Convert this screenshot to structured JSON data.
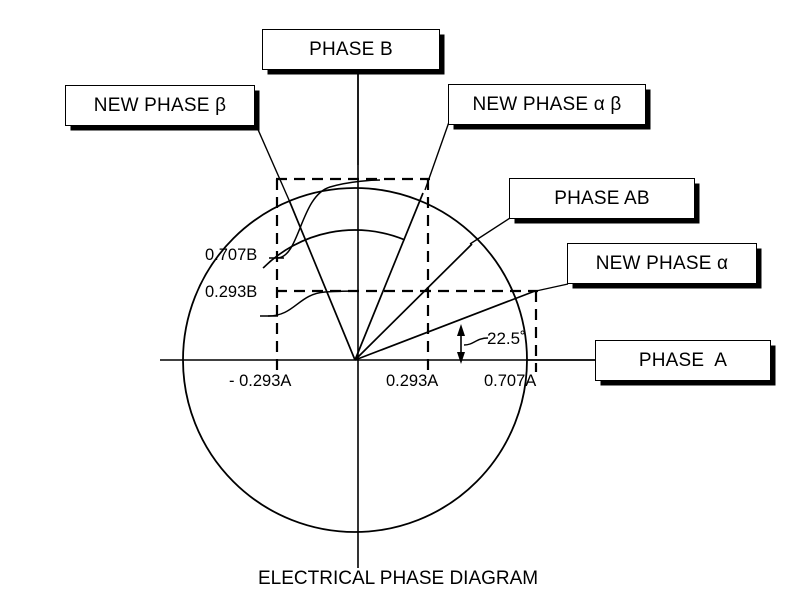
{
  "diagram": {
    "caption": "ELECTRICAL PHASE DIAGRAM",
    "callouts": [
      {
        "id": "phase-b",
        "label": "PHASE B"
      },
      {
        "id": "new-phase-beta",
        "label": "NEW PHASE β"
      },
      {
        "id": "new-phase-alpha-beta",
        "label": "NEW PHASE α β"
      },
      {
        "id": "phase-ab",
        "label": "PHASE AB"
      },
      {
        "id": "new-phase-alpha",
        "label": "NEW PHASE α"
      },
      {
        "id": "phase-a",
        "label": "PHASE  A"
      }
    ],
    "axis_labels": {
      "x_neg_293": "- 0.293A",
      "x_pos_293": "0.293A",
      "x_pos_707": "0.707A",
      "y_707": "0.707B",
      "y_293": "0.293B"
    },
    "angle_annotation": "22.5˚",
    "colors": {
      "stroke": "#000000",
      "background": "#ffffff"
    }
  },
  "chart_data": {
    "type": "scatter",
    "title": "ELECTRICAL PHASE DIAGRAM",
    "xlabel": "",
    "ylabel": "",
    "description": "Unit-circle phasor diagram showing original phases A and B and new rotated phases alpha and beta at 22.5 degree increments.",
    "center": {
      "x": 0,
      "y": 0
    },
    "radius": 1.0,
    "rays": [
      {
        "name": "PHASE A",
        "angle_deg": 0,
        "x": 1.0,
        "y": 0.0
      },
      {
        "name": "NEW PHASE α",
        "angle_deg": 22.5,
        "x": 0.924,
        "y": 0.383
      },
      {
        "name": "PHASE AB",
        "angle_deg": 45,
        "x": 0.707,
        "y": 0.707
      },
      {
        "name": "NEW PHASE α β",
        "angle_deg": 67.5,
        "x": 0.383,
        "y": 0.924
      },
      {
        "name": "PHASE B",
        "angle_deg": 90,
        "x": 0.0,
        "y": 1.0
      },
      {
        "name": "NEW PHASE β",
        "angle_deg": 112.5,
        "x": -0.383,
        "y": 0.924
      }
    ],
    "xticks": [
      -0.293,
      0.293,
      0.707
    ],
    "xtick_labels": [
      "- 0.293A",
      "0.293A",
      "0.707A"
    ],
    "yticks": [
      0.293,
      0.707
    ],
    "ytick_labels": [
      "0.293B",
      "0.707B"
    ],
    "grid": false,
    "legend": "none",
    "annotations": [
      "22.5˚"
    ]
  }
}
